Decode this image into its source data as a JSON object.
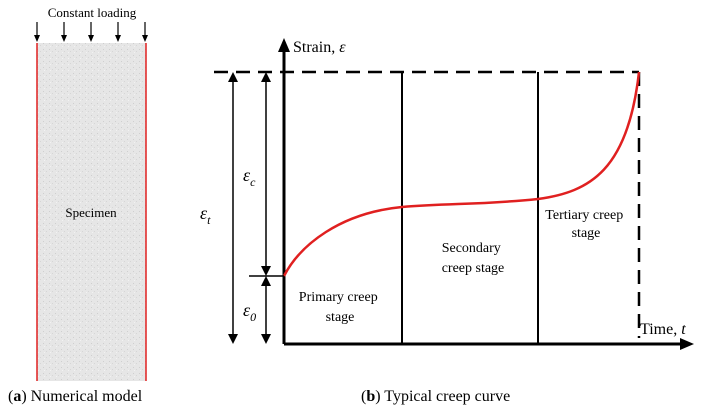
{
  "panel_a": {
    "loading_label": "Constant loading",
    "specimen_label": "Specimen",
    "caption_letter": "a",
    "caption_text": "Numerical model",
    "specimen_fill": "#e6e6e6",
    "edge_color": "#e02020"
  },
  "panel_b": {
    "y_axis_label": "Strain, ",
    "y_axis_symbol": "ε",
    "x_axis_label": "Time, ",
    "x_axis_symbol": "t",
    "eps_t": "εt",
    "eps_c": "εc",
    "eps_0": "ε0",
    "stages": {
      "primary": [
        "Primary creep",
        "stage"
      ],
      "secondary": [
        "Secondary",
        "creep stage"
      ],
      "tertiary": [
        "Tertiary creep",
        "stage"
      ]
    },
    "curve_color": "#e02020",
    "caption_letter": "b",
    "caption_text": "Typical creep curve"
  }
}
